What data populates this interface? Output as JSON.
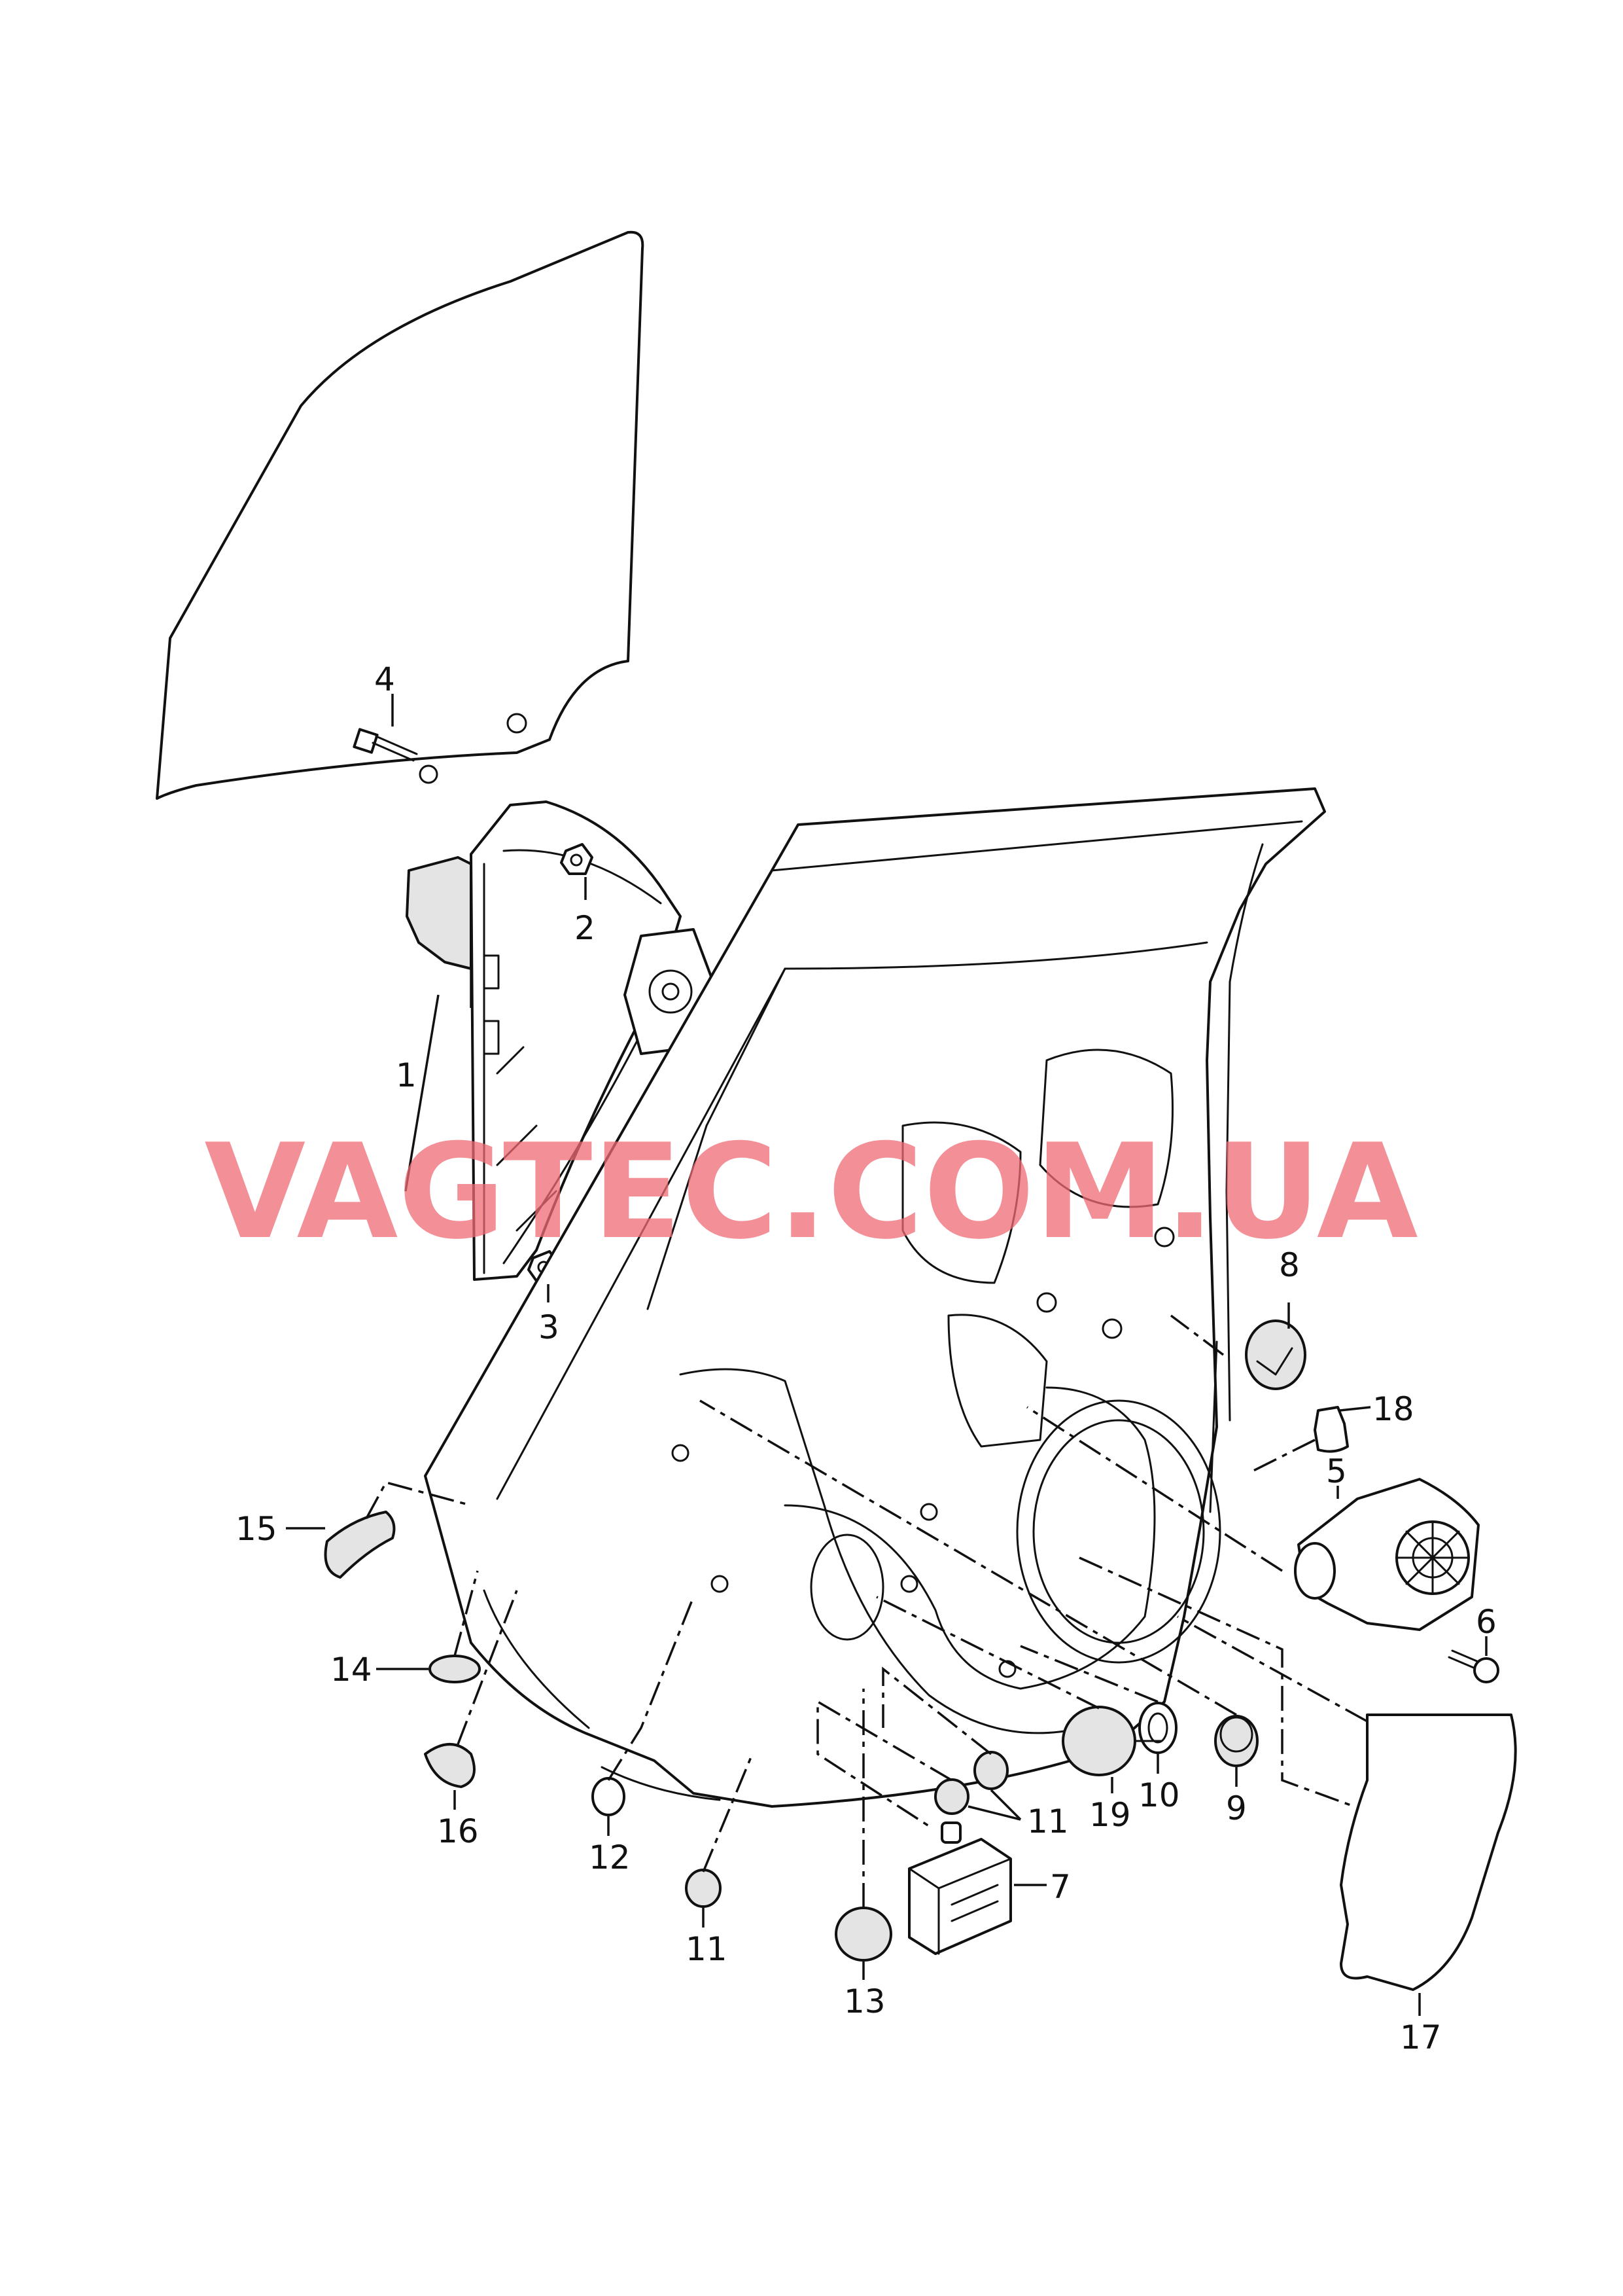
{
  "callouts": {
    "c1": "1",
    "c2": "2",
    "c3": "3",
    "c4": "4",
    "c5": "5",
    "c6": "6",
    "c7": "7",
    "c8": "8",
    "c9": "9",
    "c10": "10",
    "c11a": "11",
    "c11b": "11",
    "c12": "12",
    "c13": "13",
    "c14": "14",
    "c15": "15",
    "c16": "16",
    "c17": "17",
    "c18": "18",
    "c19": "19"
  },
  "watermark": "VAGTEC.COM.UA",
  "colors": {
    "line": "#111111",
    "watermark": "#ef6b74",
    "background": "#ffffff"
  }
}
